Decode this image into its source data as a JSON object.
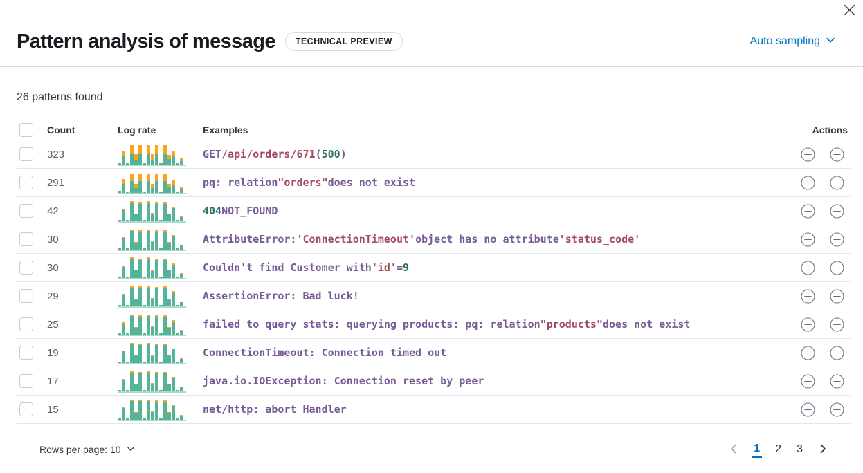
{
  "header": {
    "title": "Pattern analysis of message",
    "badge": "TECHNICAL PREVIEW",
    "sampling_label": "Auto sampling"
  },
  "summary": "26 patterns found",
  "colors": {
    "accent_blue": "#0071C2",
    "chart_green": "#54B399",
    "chart_orange": "#F9A41B",
    "chart_baseline": "#ABDCC9",
    "code_default": "#765B96",
    "code_string": "#A34A5F",
    "code_number": "#2E7160"
  },
  "table": {
    "columns": {
      "count": "Count",
      "log_rate": "Log rate",
      "examples": "Examples",
      "actions": "Actions"
    },
    "rows": [
      {
        "count": "323",
        "example": [
          {
            "t": "GET ",
            "c": "text"
          },
          {
            "t": "/api/orders/671 ",
            "c": "str"
          },
          {
            "t": "(",
            "c": "text"
          },
          {
            "t": "500",
            "c": "num"
          },
          {
            "t": ")",
            "c": "text"
          }
        ],
        "chart": {
          "green": [
            3,
            12,
            2,
            16,
            7,
            16,
            2,
            16,
            7,
            16,
            2,
            16,
            8,
            12,
            2,
            5
          ],
          "orange": [
            0,
            8,
            0,
            13,
            8,
            13,
            0,
            13,
            8,
            13,
            0,
            12,
            6,
            8,
            0,
            4
          ]
        }
      },
      {
        "count": "291",
        "example": [
          {
            "t": "pq: relation ",
            "c": "text"
          },
          {
            "t": "\"orders\"",
            "c": "str"
          },
          {
            "t": " does not exist",
            "c": "text"
          }
        ],
        "chart": {
          "green": [
            3,
            13,
            2,
            17,
            7,
            17,
            2,
            17,
            7,
            17,
            2,
            17,
            8,
            12,
            2,
            5
          ],
          "orange": [
            0,
            7,
            0,
            11,
            6,
            11,
            0,
            11,
            6,
            11,
            0,
            10,
            5,
            7,
            0,
            3
          ]
        }
      },
      {
        "count": "42",
        "example": [
          {
            "t": "404",
            "c": "num"
          },
          {
            "t": " NOT_FOUND",
            "c": "text"
          }
        ],
        "chart": {
          "green": [
            2,
            16,
            2,
            26,
            10,
            25,
            2,
            26,
            11,
            25,
            2,
            25,
            10,
            19,
            2,
            6
          ],
          "orange": [
            0,
            2,
            0,
            3,
            1,
            3,
            0,
            3,
            1,
            3,
            0,
            3,
            1,
            2,
            0,
            1
          ]
        }
      },
      {
        "count": "30",
        "example": [
          {
            "t": "AttributeError: ",
            "c": "text"
          },
          {
            "t": "'ConnectionTimeout'",
            "c": "str"
          },
          {
            "t": " object has no attribute ",
            "c": "text"
          },
          {
            "t": "'status_code'",
            "c": "str"
          }
        ],
        "chart": {
          "green": [
            2,
            17,
            2,
            27,
            10,
            26,
            2,
            27,
            11,
            26,
            2,
            26,
            10,
            20,
            2,
            6
          ],
          "orange": [
            0,
            1,
            0,
            2,
            1,
            2,
            0,
            2,
            1,
            2,
            0,
            2,
            1,
            1,
            0,
            1
          ]
        }
      },
      {
        "count": "30",
        "example": [
          {
            "t": "Couldn't find Customer with ",
            "c": "text"
          },
          {
            "t": "'id'",
            "c": "str"
          },
          {
            "t": "=",
            "c": "text"
          },
          {
            "t": "9",
            "c": "num"
          }
        ],
        "chart": {
          "green": [
            2,
            16,
            2,
            27,
            11,
            26,
            2,
            27,
            10,
            26,
            2,
            26,
            11,
            19,
            2,
            6
          ],
          "orange": [
            0,
            2,
            0,
            3,
            1,
            2,
            0,
            3,
            1,
            2,
            0,
            2,
            1,
            2,
            0,
            1
          ]
        }
      },
      {
        "count": "29",
        "example": [
          {
            "t": "AssertionError: Bad luck!",
            "c": "text"
          }
        ],
        "chart": {
          "green": [
            2,
            17,
            2,
            26,
            10,
            27,
            2,
            26,
            11,
            26,
            2,
            27,
            10,
            20,
            2,
            6
          ],
          "orange": [
            0,
            1,
            0,
            3,
            1,
            2,
            0,
            3,
            1,
            2,
            0,
            3,
            1,
            2,
            0,
            1
          ]
        }
      },
      {
        "count": "25",
        "example": [
          {
            "t": "failed to query stats: querying products: pq: relation ",
            "c": "text"
          },
          {
            "t": "\"products\"",
            "c": "str"
          },
          {
            "t": " does not exist",
            "c": "text"
          }
        ],
        "chart": {
          "green": [
            2,
            16,
            2,
            27,
            10,
            26,
            2,
            27,
            11,
            26,
            2,
            26,
            10,
            19,
            2,
            6
          ],
          "orange": [
            0,
            2,
            0,
            2,
            1,
            3,
            0,
            2,
            1,
            3,
            0,
            2,
            1,
            2,
            0,
            1
          ]
        }
      },
      {
        "count": "19",
        "example": [
          {
            "t": "ConnectionTimeout: Connection timed out",
            "c": "text"
          }
        ],
        "chart": {
          "green": [
            2,
            17,
            2,
            27,
            11,
            26,
            2,
            27,
            10,
            26,
            2,
            26,
            11,
            20,
            2,
            6
          ],
          "orange": [
            0,
            1,
            0,
            2,
            1,
            2,
            0,
            2,
            1,
            2,
            0,
            2,
            0,
            1,
            0,
            1
          ]
        }
      },
      {
        "count": "17",
        "example": [
          {
            "t": "java.io.IOException: Connection reset by peer",
            "c": "text"
          }
        ],
        "chart": {
          "green": [
            2,
            16,
            2,
            27,
            10,
            26,
            2,
            27,
            11,
            26,
            2,
            26,
            10,
            19,
            2,
            6
          ],
          "orange": [
            0,
            2,
            0,
            3,
            1,
            2,
            0,
            3,
            1,
            2,
            0,
            2,
            1,
            2,
            0,
            1
          ]
        }
      },
      {
        "count": "15",
        "example": [
          {
            "t": "net/http: abort Handler",
            "c": "text"
          }
        ],
        "chart": {
          "green": [
            2,
            17,
            2,
            27,
            10,
            27,
            2,
            27,
            11,
            26,
            2,
            26,
            10,
            20,
            2,
            6
          ],
          "orange": [
            0,
            2,
            0,
            2,
            1,
            2,
            0,
            2,
            1,
            2,
            0,
            2,
            1,
            1,
            0,
            1
          ]
        }
      }
    ]
  },
  "footer": {
    "rows_per_page_label": "Rows per page: 10",
    "pagination": {
      "pages": [
        "1",
        "2",
        "3"
      ],
      "active": "1"
    }
  }
}
